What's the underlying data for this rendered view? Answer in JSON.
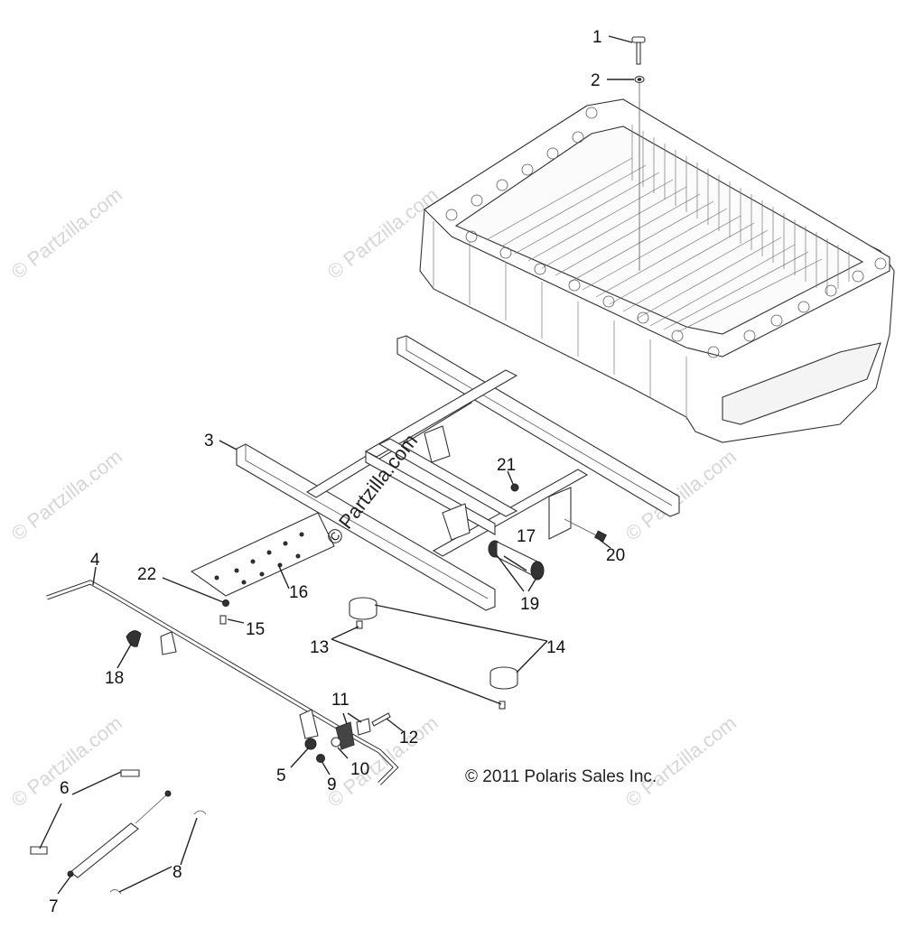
{
  "diagram": {
    "callouts": [
      {
        "n": "1"
      },
      {
        "n": "2"
      },
      {
        "n": "3"
      },
      {
        "n": "4"
      },
      {
        "n": "5"
      },
      {
        "n": "6"
      },
      {
        "n": "7"
      },
      {
        "n": "8"
      },
      {
        "n": "9"
      },
      {
        "n": "10"
      },
      {
        "n": "11"
      },
      {
        "n": "12"
      },
      {
        "n": "13"
      },
      {
        "n": "14"
      },
      {
        "n": "15"
      },
      {
        "n": "16"
      },
      {
        "n": "17"
      },
      {
        "n": "18"
      },
      {
        "n": "19"
      },
      {
        "n": "20"
      },
      {
        "n": "21"
      },
      {
        "n": "22"
      }
    ],
    "copyright": "© 2011 Polaris Sales Inc.",
    "watermark": "© Partzilla.com",
    "center_watermark": "© Partzilla.com"
  }
}
